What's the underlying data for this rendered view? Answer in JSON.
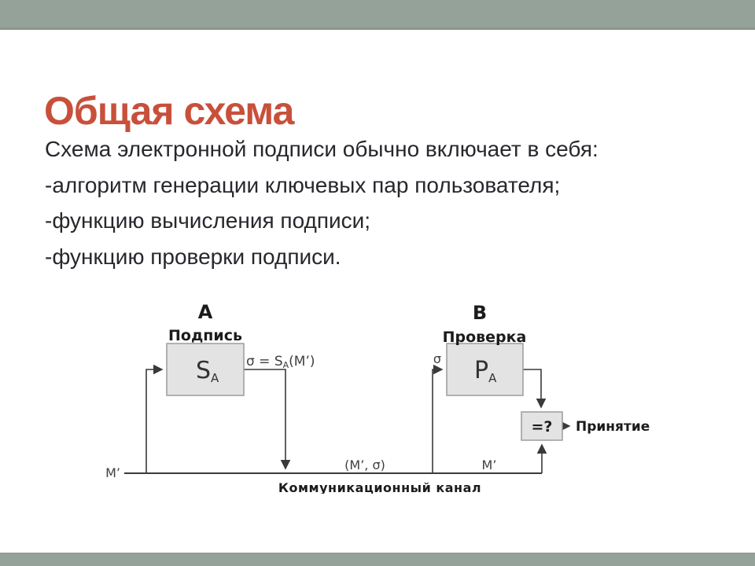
{
  "slide": {
    "title": "Общая схема",
    "body_lines": [
      "Схема электронной подписи обычно включает в себя:",
      "-алгоритм генерации ключевых пар пользователя;",
      "-функцию вычисления подписи;",
      "-функцию проверки подписи."
    ]
  },
  "colors": {
    "bar": "#95A29A",
    "bar_edge": "#8A978F",
    "title": "#C8503B",
    "body_text": "#27272d",
    "diagram_line": "#3a3a3a",
    "box_fill": "#e3e3e3",
    "box_border": "#9c9c9c"
  },
  "diagram": {
    "party_a_label": "А",
    "party_a_role": "Подпись",
    "party_b_label": "В",
    "party_b_role": "Проверка",
    "sign_box_main": "S",
    "sign_box_sub": "A",
    "verify_box_main": "P",
    "verify_box_sub": "A",
    "formula_prefix": "σ = S",
    "formula_sub": "A",
    "formula_suffix": "(M’)",
    "sigma_label": "σ",
    "message_input_label": "M’",
    "pair_label": "(M’, σ)",
    "message_prime_label": "M’",
    "compare_box_label": "=?",
    "accept_label": "Принятие",
    "channel_label": "Коммуникационный канал"
  }
}
